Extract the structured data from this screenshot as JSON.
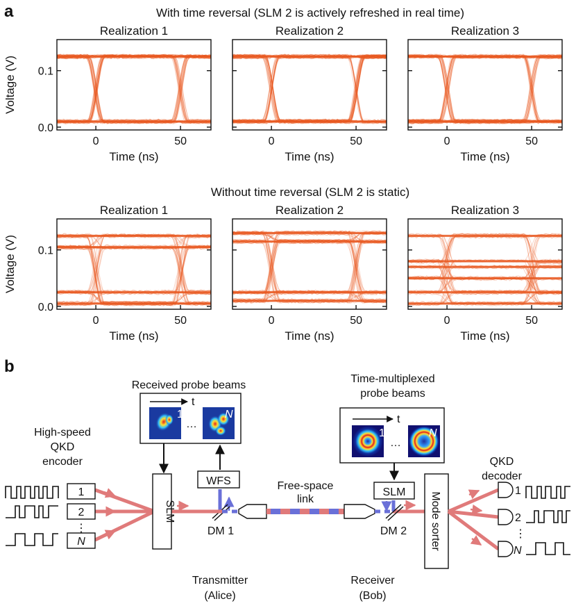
{
  "panel_a_label": "a",
  "panel_b_label": "b",
  "row_titles": [
    "With time reversal (SLM 2 is actively refreshed in real time)",
    "Without time reversal (SLM 2 is static)"
  ],
  "chart_data": [
    {
      "type": "line",
      "row": 0,
      "col": 0,
      "title": "Realization 1",
      "xlabel": "Time (ns)",
      "ylabel": "Voltage (V)",
      "xlim": [
        -23,
        68
      ],
      "ylim": [
        -0.005,
        0.155
      ],
      "xticks": [
        0,
        50
      ],
      "yticks": [
        0.0,
        0.1
      ],
      "ytick_labels": [
        "0.0",
        "0.1"
      ],
      "levels": [
        0.01,
        0.125
      ],
      "crossings": [
        0,
        50
      ],
      "series": [
        {
          "values": [
            0.01,
            0.125
          ]
        }
      ],
      "trace_color": "#e8571e"
    },
    {
      "type": "line",
      "row": 0,
      "col": 1,
      "title": "Realization 2",
      "xlabel": "Time (ns)",
      "ylabel": "",
      "xlim": [
        -23,
        68
      ],
      "ylim": [
        -0.005,
        0.155
      ],
      "xticks": [
        0,
        50
      ],
      "yticks": [
        0.0,
        0.1
      ],
      "levels": [
        0.01,
        0.125
      ],
      "crossings": [
        0,
        50
      ],
      "series": [
        {
          "values": [
            0.01,
            0.125
          ]
        }
      ],
      "trace_color": "#e8571e"
    },
    {
      "type": "line",
      "row": 0,
      "col": 2,
      "title": "Realization 3",
      "xlabel": "Time (ns)",
      "ylabel": "",
      "xlim": [
        -23,
        68
      ],
      "ylim": [
        -0.005,
        0.155
      ],
      "xticks": [
        0,
        50
      ],
      "yticks": [
        0.0,
        0.1
      ],
      "levels": [
        0.01,
        0.125
      ],
      "crossings": [
        0,
        50
      ],
      "series": [
        {
          "values": [
            0.01,
            0.125
          ]
        }
      ],
      "trace_color": "#e8571e"
    },
    {
      "type": "line",
      "row": 1,
      "col": 0,
      "title": "Realization 1",
      "xlabel": "Time (ns)",
      "ylabel": "Voltage (V)",
      "xlim": [
        -23,
        68
      ],
      "ylim": [
        -0.005,
        0.155
      ],
      "xticks": [
        0,
        50
      ],
      "yticks": [
        0.0,
        0.1
      ],
      "ytick_labels": [
        "0.0",
        "0.1"
      ],
      "levels": [
        0.005,
        0.025,
        0.105,
        0.125
      ],
      "crossings": [
        0,
        50
      ],
      "series": [
        {
          "values": [
            0.005,
            0.025,
            0.105,
            0.125
          ]
        }
      ],
      "trace_color": "#e8571e"
    },
    {
      "type": "line",
      "row": 1,
      "col": 1,
      "title": "Realization 2",
      "xlabel": "Time (ns)",
      "ylabel": "",
      "xlim": [
        -23,
        68
      ],
      "ylim": [
        -0.005,
        0.155
      ],
      "xticks": [
        0,
        50
      ],
      "yticks": [
        0.0,
        0.1
      ],
      "levels": [
        0.01,
        0.025,
        0.115,
        0.13
      ],
      "crossings": [
        0,
        50
      ],
      "series": [
        {
          "values": [
            0.01,
            0.025,
            0.115,
            0.13
          ]
        }
      ],
      "trace_color": "#e8571e"
    },
    {
      "type": "line",
      "row": 1,
      "col": 2,
      "title": "Realization 3",
      "xlabel": "Time (ns)",
      "ylabel": "",
      "xlim": [
        -23,
        68
      ],
      "ylim": [
        -0.005,
        0.155
      ],
      "xticks": [
        0,
        50
      ],
      "yticks": [
        0.0,
        0.1
      ],
      "levels": [
        0.005,
        0.025,
        0.05,
        0.07,
        0.08,
        0.125
      ],
      "crossings": [
        0,
        50
      ],
      "series": [
        {
          "values": [
            0.005,
            0.025,
            0.05,
            0.07,
            0.08,
            0.125
          ]
        }
      ],
      "trace_color": "#e8571e"
    }
  ],
  "diagram": {
    "received_probe_title": "Received probe beams",
    "tm_probe_title_1": "Time-multiplexed",
    "tm_probe_title_2": "probe beams",
    "t_label": "t",
    "one": "1",
    "two": "2",
    "n": "N",
    "dots": "…",
    "vdots": "⋮",
    "encoder_1": "High-speed",
    "encoder_2": "QKD",
    "encoder_3": "encoder",
    "decoder_1": "QKD",
    "decoder_2": "decoder",
    "slm": "SLM",
    "wfs": "WFS",
    "dm1": "DM 1",
    "dm2": "DM 2",
    "link_1": "Free-space",
    "link_2": "link",
    "mode_sorter": "Mode sorter",
    "tx_1": "Transmitter",
    "tx_2": "(Alice)",
    "rx_1": "Receiver",
    "rx_2": "(Bob)",
    "colors": {
      "red_beam": "#e07a7a",
      "blue_beam": "#6a70d8",
      "trace": "#e8571e"
    }
  }
}
